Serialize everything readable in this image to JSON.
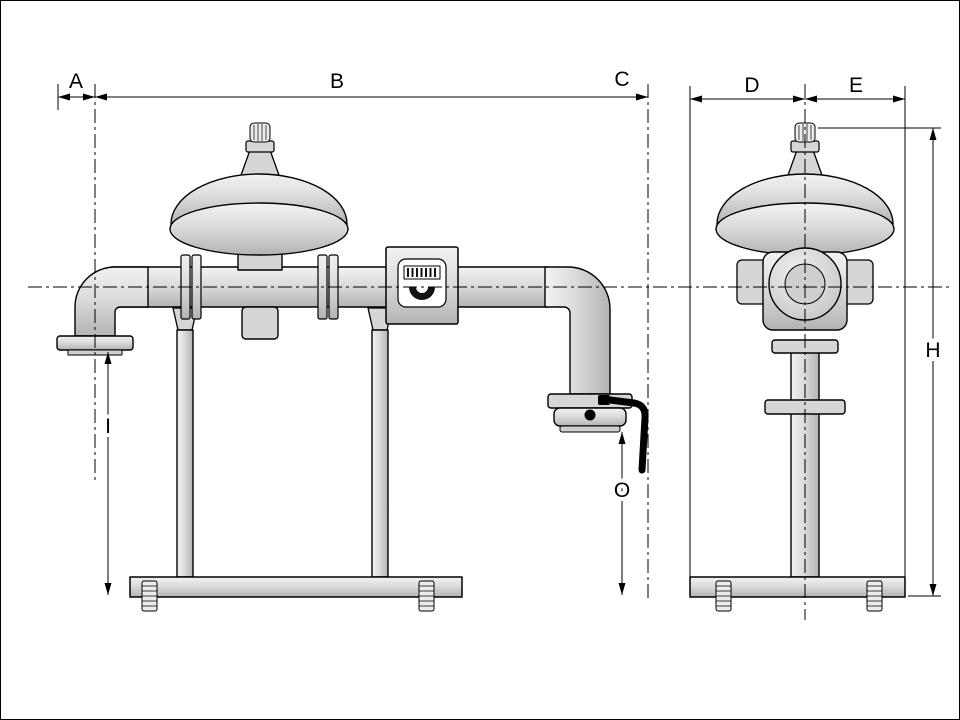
{
  "drawing": {
    "description": "Dimensioned outline drawing of a gas pressure regulator and meter pipework assembly, front elevation and side elevation",
    "views": [
      {
        "name": "front elevation"
      },
      {
        "name": "side elevation"
      }
    ],
    "dimension_labels": [
      "A",
      "B",
      "C",
      "D",
      "E",
      "H",
      "I",
      "O"
    ]
  },
  "labels": {
    "a": "A",
    "b": "B",
    "c": "C",
    "d": "D",
    "e": "E",
    "h": "H",
    "i": "I",
    "o": "O"
  },
  "colors": {
    "line": "#000000",
    "metal_light": "#f2f2f2",
    "metal": "#d6d6d6",
    "metal_dark": "#b3b3b3",
    "display": "#ffffff",
    "handle": "#000000",
    "background": "#ffffff"
  }
}
